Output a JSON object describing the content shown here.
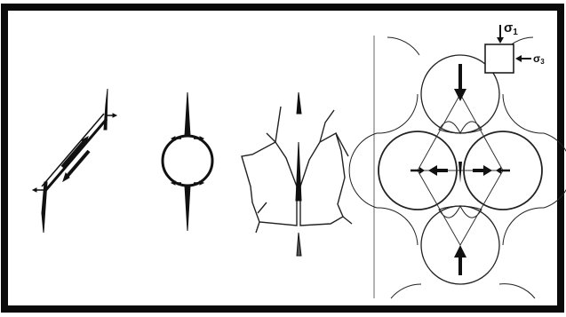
{
  "figure": {
    "panels": [
      {
        "name": "sliding-crack-wing-cracks"
      },
      {
        "name": "circular-pore-tensile-cracks"
      },
      {
        "name": "grain-boundary-crack"
      },
      {
        "name": "hertzian-contact-grain-packing"
      }
    ],
    "stress_legend": {
      "sigma1_symbol": "σ",
      "sigma1_subscript": "1",
      "sigma3_symbol": "σ",
      "sigma3_subscript": "3"
    },
    "colors": {
      "ink": "#111111",
      "background": "#ffffff",
      "frame": "#0a0a0a"
    }
  }
}
